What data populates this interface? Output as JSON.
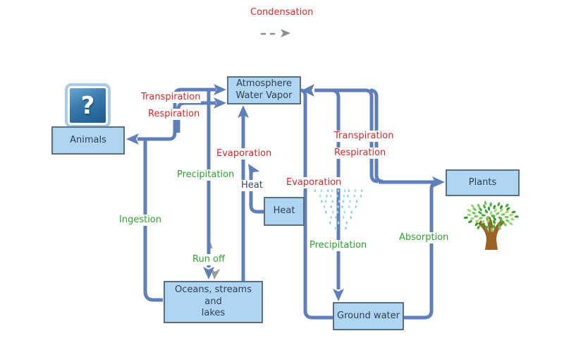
{
  "nodes": {
    "atmosphere": {
      "line1": "Atmosphere",
      "line2": "Water Vapor"
    },
    "animals": {
      "label": "Animals"
    },
    "heat": {
      "label": "Heat"
    },
    "oceans": {
      "line1": "Oceans, streams and",
      "line2": "lakes"
    },
    "ground_water": {
      "label": "Ground water"
    },
    "plants": {
      "label": "Plants"
    }
  },
  "labels": {
    "condensation": {
      "text": "Condensation"
    },
    "transpiration_left": {
      "text": "Transpiration"
    },
    "respiration_left": {
      "text": "Respiration"
    },
    "evaporation_left": {
      "text": "Evaporation"
    },
    "precipitation_left": {
      "text": "Precipitation"
    },
    "heat_line": {
      "text": "Heat"
    },
    "run_off": {
      "text": "Run off"
    },
    "ingestion": {
      "text": "Ingestion"
    },
    "evaporation_right": {
      "text": "Evaporation"
    },
    "transpiration_right": {
      "text": "Transpiration"
    },
    "respiration_right": {
      "text": "Respiration"
    },
    "precipitation_right": {
      "text": "Precipitation"
    },
    "absorption": {
      "text": "Absorption"
    }
  },
  "icons": {
    "missing_image": "question-mark-image-placeholder",
    "tree": "tree-clipart",
    "rain": "rain-sprinkles",
    "dashed_arrow": "condensation-dashed-arrow"
  },
  "colors": {
    "connector": "#5f7fba",
    "box_fill": "#aed5f2",
    "box_border": "#5d6e7c",
    "box_text": "#2f3e55",
    "label_red": "#d02b2b",
    "label_green": "#2fa12f",
    "label_dark": "#364663",
    "gray_arrow": "#8f8f8a",
    "rain": "#8fd2d8",
    "trunk_brown": "#9c6224"
  }
}
